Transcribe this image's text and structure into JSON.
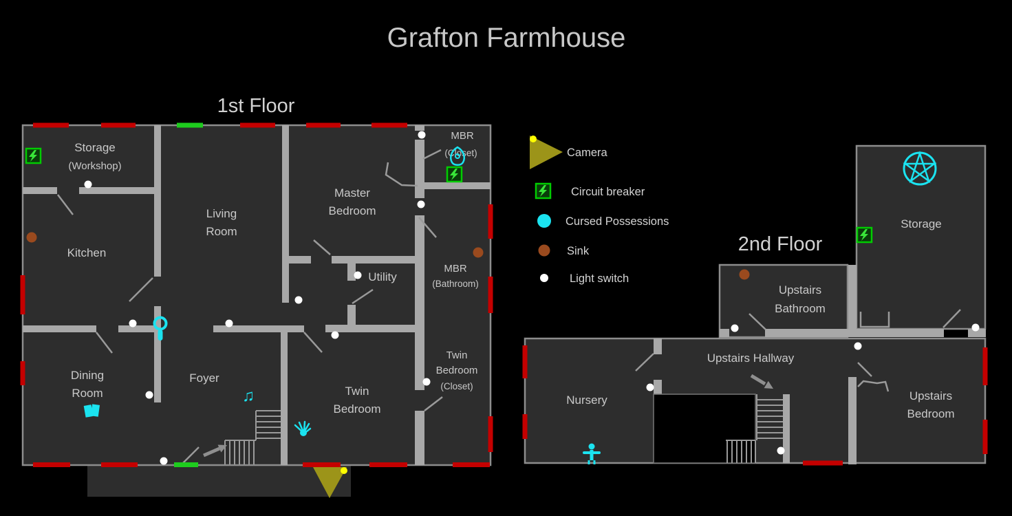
{
  "title": "Grafton Farmhouse",
  "floor1": {
    "heading": "1st Floor",
    "rooms": {
      "storage": {
        "l1": "Storage",
        "l2": "(Workshop)"
      },
      "kitchen": {
        "l1": "Kitchen"
      },
      "living": {
        "l1": "Living",
        "l2": "Room"
      },
      "master": {
        "l1": "Master",
        "l2": "Bedroom"
      },
      "mbr_closet": {
        "l1": "MBR",
        "l2": "(Closet)"
      },
      "utility": {
        "l1": "Utility"
      },
      "mbr_bathroom": {
        "l1": "MBR",
        "l2": "(Bathroom)"
      },
      "dining": {
        "l1": "Dining",
        "l2": "Room"
      },
      "foyer": {
        "l1": "Foyer"
      },
      "twin": {
        "l1": "Twin",
        "l2": "Bedroom"
      },
      "twin_closet": {
        "l1": "Twin",
        "l2": "Bedroom",
        "l3": "(Closet)"
      }
    }
  },
  "floor2": {
    "heading": "2nd Floor",
    "rooms": {
      "storage": {
        "l1": "Storage"
      },
      "bathroom": {
        "l1": "Upstairs",
        "l2": "Bathroom"
      },
      "hallway": {
        "l1": "Upstairs Hallway"
      },
      "nursery": {
        "l1": "Nursery"
      },
      "bedroom": {
        "l1": "Upstairs",
        "l2": "Bedroom"
      }
    }
  },
  "legend": {
    "camera": "Camera",
    "breaker": "Circuit breaker",
    "cursed": "Cursed Possessions",
    "sink": "Sink",
    "light": "Light switch"
  },
  "icons": {
    "camera": "yellow-triangle-with-dot",
    "circuit_breaker": "green-lightning-square",
    "cursed_possession": "cyan-marker",
    "sink": "brown-dot",
    "light_switch": "white-dot",
    "window_marker": "red-wall-segment",
    "exit_door_marker": "green-wall-segment",
    "music_note": "♫"
  },
  "colors": {
    "background": "#000000",
    "floor": "#2d2d2d",
    "wall": "#a8a8a8",
    "window_red": "#c40000",
    "exit_green": "#1ecc1e",
    "breaker_green": "#00cc00",
    "cursed_cyan": "#1be3f0",
    "camera_olive": "#9c9419",
    "camera_dot_yellow": "#ffff00",
    "sink_brown": "#9a4a1e",
    "light_white": "#ffffff",
    "text": "#c9c9c9"
  }
}
